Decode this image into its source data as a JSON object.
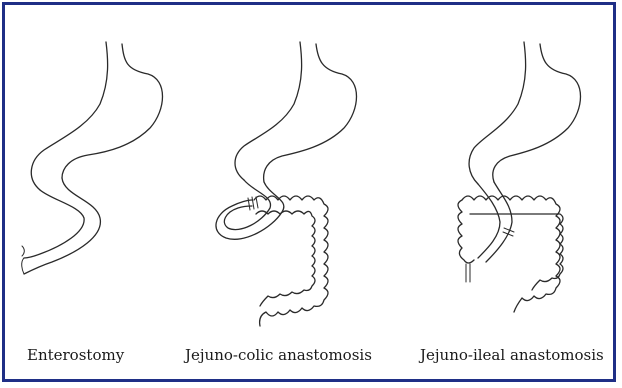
{
  "panels": [
    {
      "caption": "Enterostomy"
    },
    {
      "caption": "Jejuno-colic anastomosis"
    },
    {
      "caption": "Jejuno-ileal anastomosis"
    }
  ],
  "colors": {
    "border": "#1f2f86",
    "ink": "#2a2a2a",
    "background": "#ffffff"
  }
}
